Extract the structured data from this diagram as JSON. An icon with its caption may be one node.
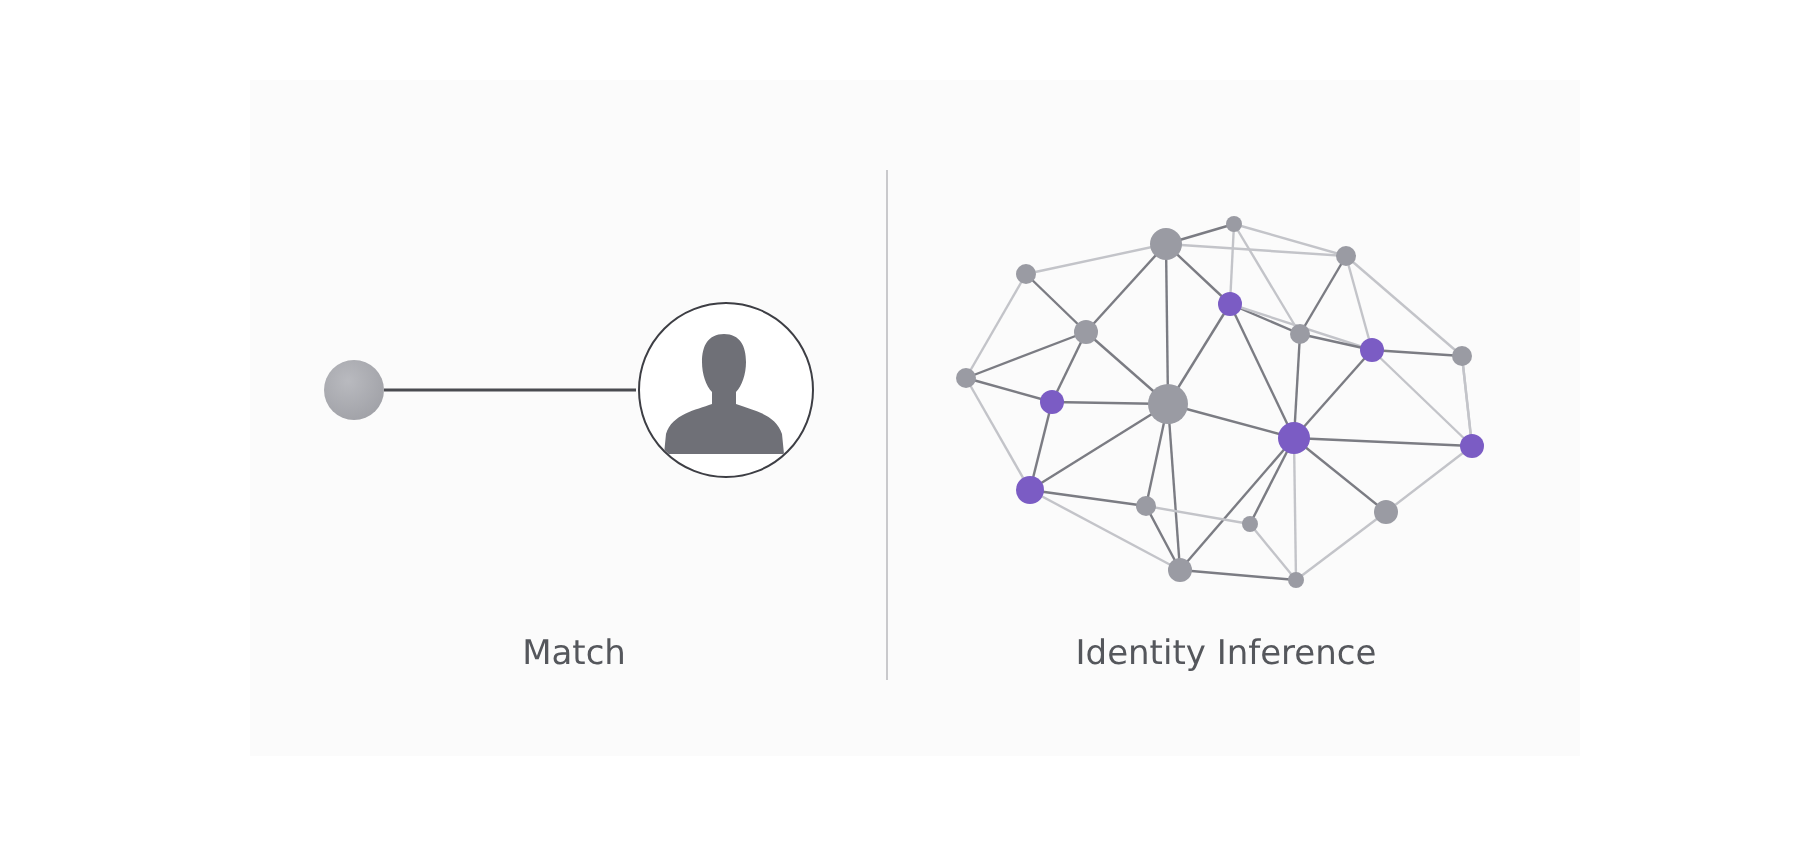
{
  "diagram": {
    "nodes": [
      {
        "text": [],
        "shape": "circle"
      },
      {
        "text": [],
        "shape": "person"
      }
    ],
    "edges": [
      {
        "from": 0,
        "to": 1,
        "arrow": "none"
      }
    ],
    "labels": [
      "Match",
      "Identity Inference"
    ]
  }
}
